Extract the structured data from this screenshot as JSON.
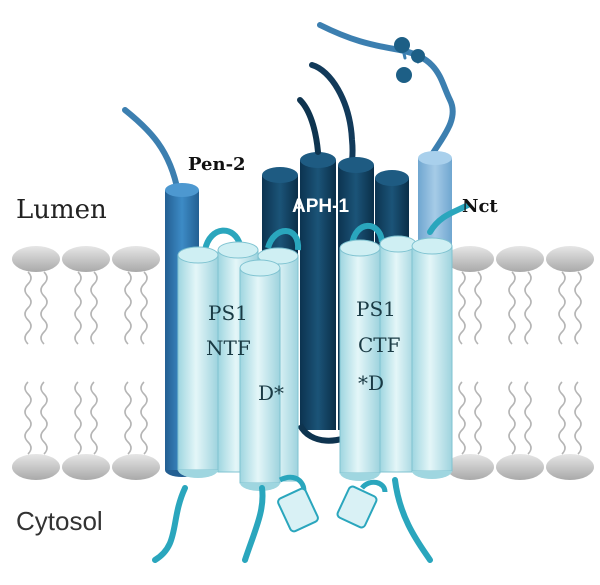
{
  "labels": {
    "lumen": "Lumen",
    "cytosol": "Cytosol",
    "pen2": "Pen-2",
    "aph1": "APH-1",
    "nct": "Nct",
    "ps1_ntf_line1": "PS1",
    "ps1_ntf_line2": "NTF",
    "ps1_ntf_asp": "D*",
    "ps1_ctf_line1": "PS1",
    "ps1_ctf_line2": "CTF",
    "ps1_ctf_asp": "*D"
  },
  "colors": {
    "lipid_head": "#cfcfcf",
    "lipid_tail": "#b5b5b5",
    "pen2": "#2e78b5",
    "aph1": "#0f3d5e",
    "nct": "#86b7dc",
    "ps1_body": "#bde6ec",
    "ps1_loop": "#2aa6bd",
    "chain": "#1d5f86"
  }
}
